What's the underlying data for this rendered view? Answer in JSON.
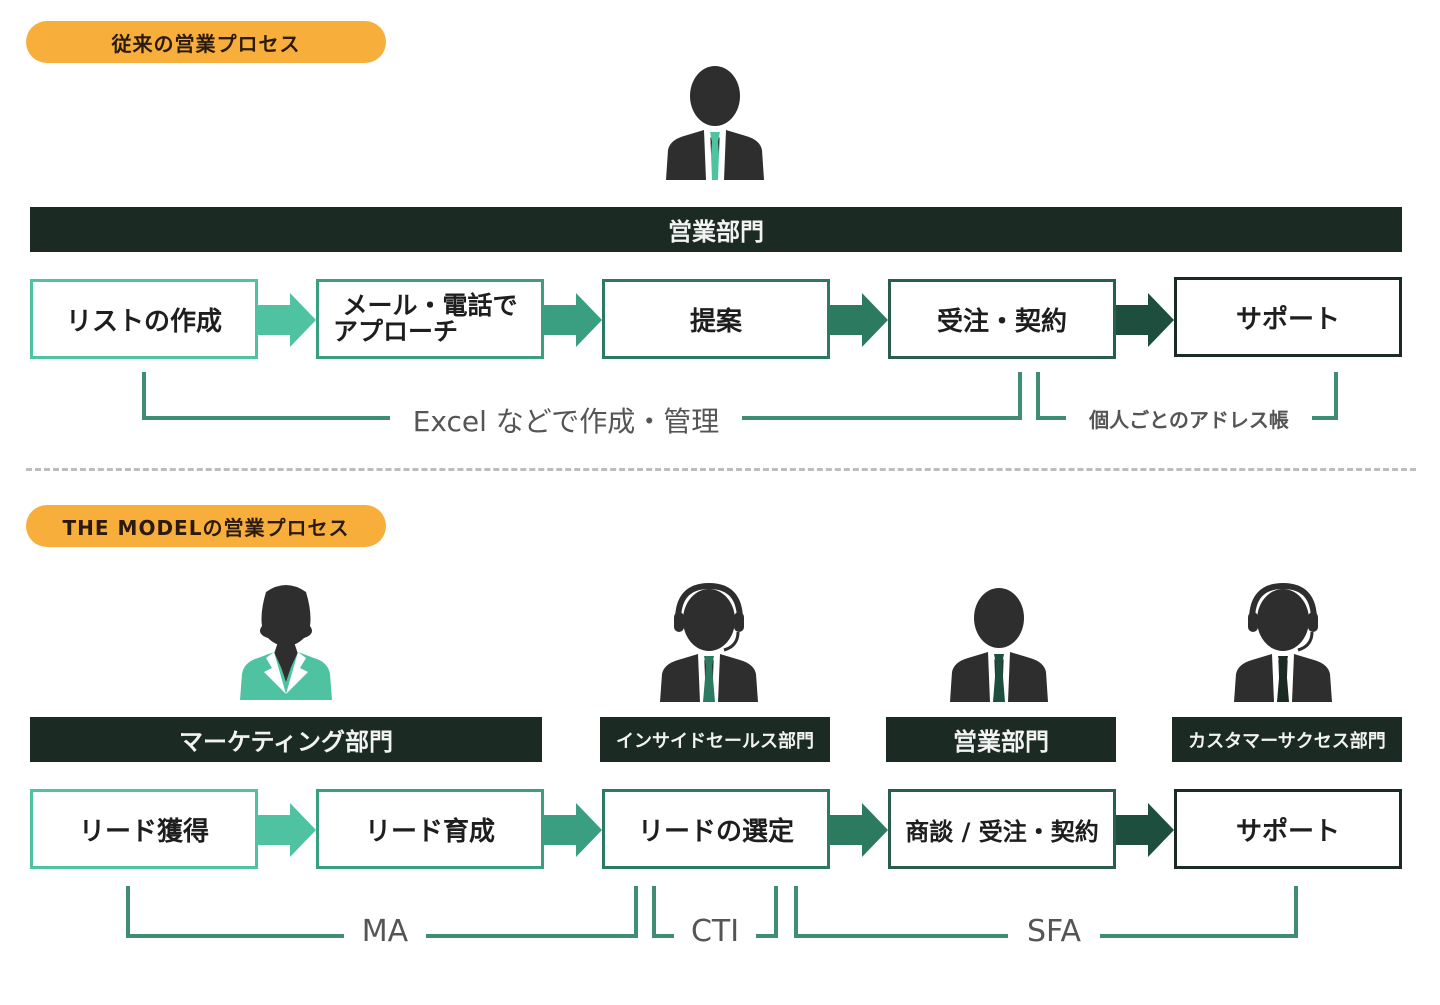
{
  "colors": {
    "pill": "#f7ae3a",
    "dept_bar": "#1b2a23",
    "step_1": "#4fc3a1",
    "step_2": "#3a9e80",
    "step_3": "#2c7a60",
    "step_4": "#1e4f3e",
    "bracket": "#3f8d74"
  },
  "traditional": {
    "section_label": "従来の営業プロセス",
    "person_icon": "businessman-icon",
    "department": "営業部門",
    "steps": [
      {
        "line1": "リストの作成",
        "line2": ""
      },
      {
        "line1": "メール・電話で",
        "line2": "アプローチ"
      },
      {
        "line1": "提案",
        "line2": ""
      },
      {
        "line1": "受注・契約",
        "line2": ""
      },
      {
        "line1": "サポート",
        "line2": ""
      }
    ],
    "tools": [
      {
        "label": "Excel などで作成・管理"
      },
      {
        "label": "個人ごとのアドレス帳"
      }
    ]
  },
  "the_model": {
    "section_label": "THE MODELの営業プロセス",
    "departments": [
      {
        "label": "マーケティング部門",
        "person_icon": "businesswoman-icon"
      },
      {
        "label": "インサイドセールス部門",
        "person_icon": "headset-operator-icon"
      },
      {
        "label": "営業部門",
        "person_icon": "businessman-icon"
      },
      {
        "label": "カスタマーサクセス部門",
        "person_icon": "headset-operator-icon"
      }
    ],
    "steps": [
      {
        "label": "リード獲得"
      },
      {
        "label": "リード育成"
      },
      {
        "label": "リードの選定"
      },
      {
        "label": "商談 / 受注・契約"
      },
      {
        "label": "サポート"
      }
    ],
    "tools": [
      {
        "label": "MA"
      },
      {
        "label": "CTI"
      },
      {
        "label": "SFA"
      }
    ]
  }
}
